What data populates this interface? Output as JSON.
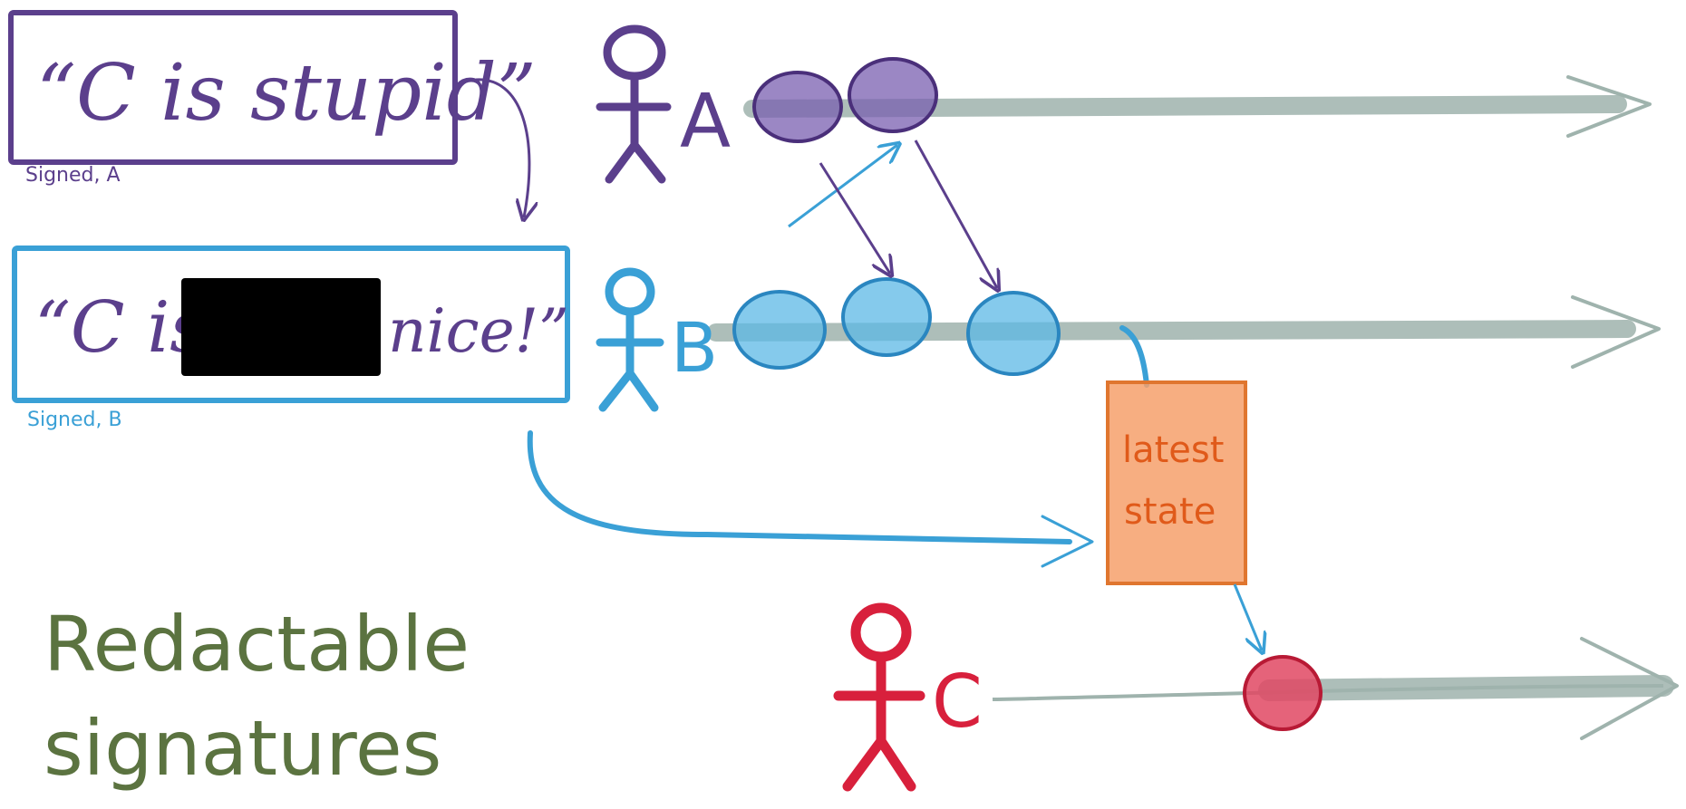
{
  "message_a": {
    "text": "“C is stupid”",
    "signature": "Signed, A"
  },
  "message_b": {
    "prefix": "“C is",
    "suffix": "nice!”",
    "signature": "Signed, B"
  },
  "actors": [
    {
      "label": "A",
      "color": "#5b3f8c"
    },
    {
      "label": "B",
      "color": "#3aa0d6"
    },
    {
      "label": "C",
      "color": "#d8203c"
    }
  ],
  "latest_state": {
    "line1": "latest",
    "line2": "state",
    "color": "#f08a45"
  },
  "title": {
    "line1": "Redactable",
    "line2": "signatures",
    "color": "#5b7340"
  },
  "colors": {
    "purple": "#5b3f8c",
    "blue": "#3aa0d6",
    "red": "#d8203c",
    "orange": "#f08a45",
    "green": "#5b7340",
    "timeline": "#9fb3ad"
  }
}
